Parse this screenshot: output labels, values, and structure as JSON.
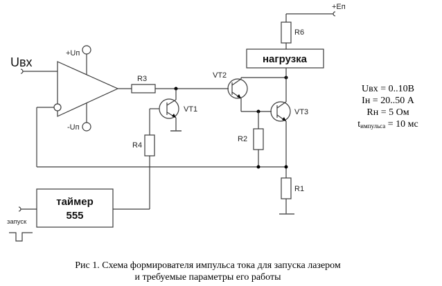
{
  "labels": {
    "input": "Uвх",
    "plus_supply": "+Uп",
    "minus_supply": "-Uп",
    "power": "+Eп",
    "r1": "R1",
    "r2": "R2",
    "r3": "R3",
    "r4": "R4",
    "r6": "R6",
    "vt1": "VT1",
    "vt2": "VT2",
    "vt3": "VT3",
    "load": "нагрузка",
    "timer_line1": "таймер",
    "timer_line2": "555",
    "trigger": "запуск"
  },
  "parameters": {
    "u_in": "Uвх = 0..10В",
    "i_load": "Iн = 20..50 А",
    "r_load": "Rн = 5 Ом",
    "t_pulse_symbol": "t",
    "t_pulse_sub": "импульса",
    "t_pulse_value": " = 10 мс"
  },
  "caption": {
    "line1": "Рис 1. Схема формирователя импульса тока для запуска лазером",
    "line2": "и требуемые параметры его работы"
  }
}
